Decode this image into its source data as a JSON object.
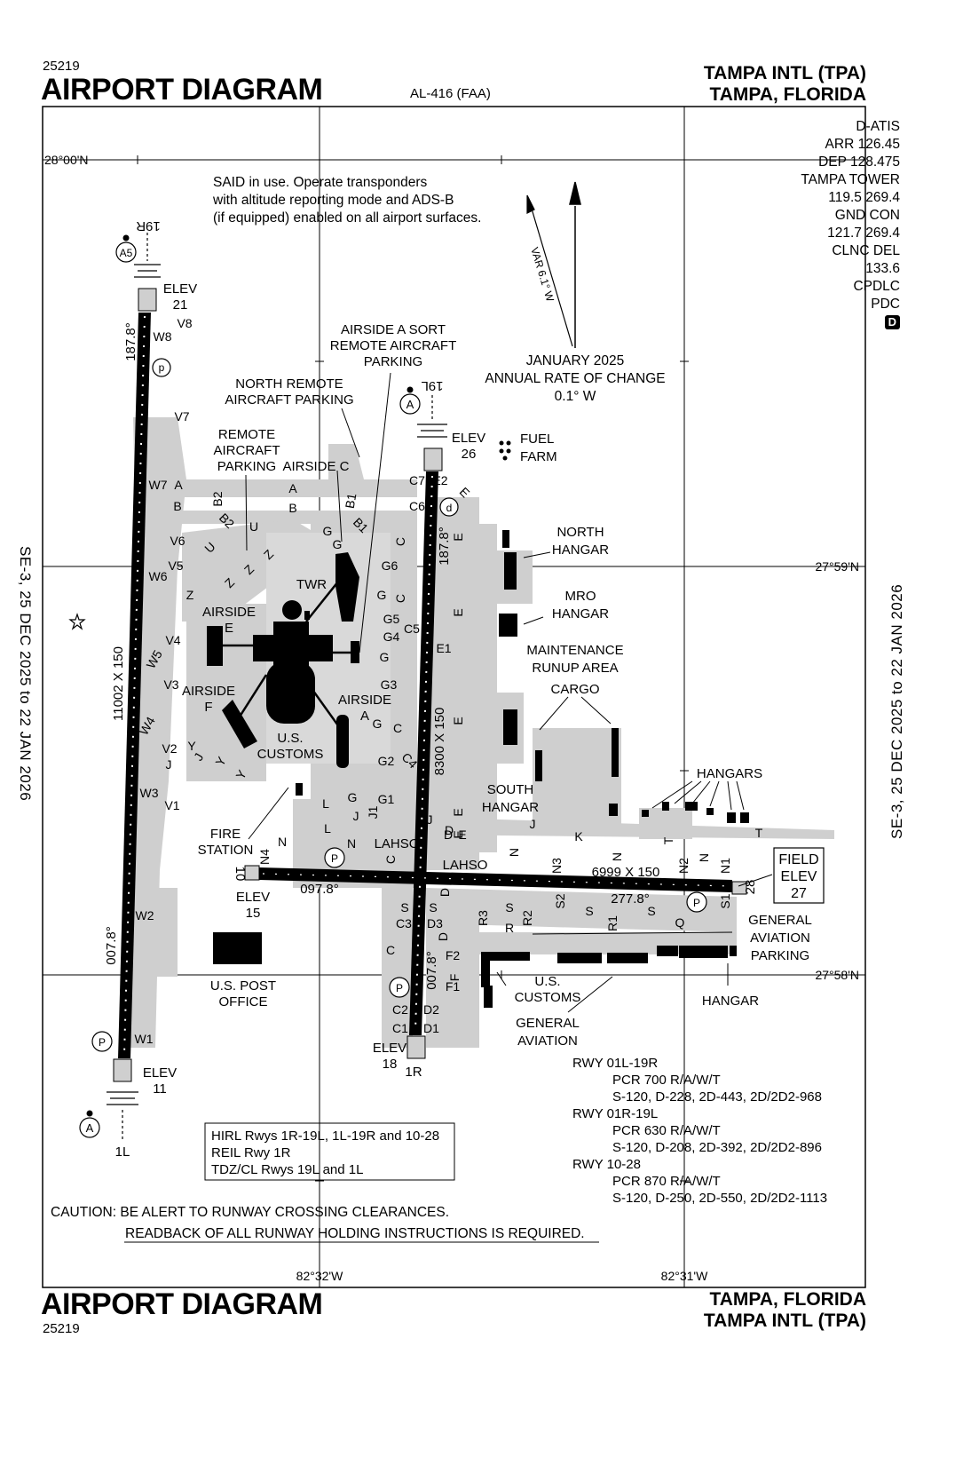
{
  "header": {
    "chart_number": "25219",
    "title": "AIRPORT DIAGRAM",
    "procedure_id": "AL-416 (FAA)",
    "airport_name": "TAMPA INTL (TPA)",
    "city_state": "TAMPA, FLORIDA"
  },
  "footer": {
    "title": "AIRPORT DIAGRAM",
    "chart_number": "25219",
    "city_state": "TAMPA, FLORIDA",
    "airport_name": "TAMPA INTL (TPA)"
  },
  "side_labels": {
    "left": "SE-3,  25 DEC 2025  to  22 JAN 2026",
    "right": "SE-3,  25 DEC 2025  to  22 JAN 2026"
  },
  "frequencies": [
    "D-ATIS",
    "ARR 126.45",
    "DEP 128.475",
    "TAMPA TOWER",
    "119.5  269.4",
    "GND CON",
    "121.7  269.4",
    "CLNC DEL",
    "133.6",
    "CPDLC",
    "PDC"
  ],
  "frequency_badge": "D",
  "notices": {
    "said": [
      "SAID in use. Operate transponders",
      "with altitude reporting mode and ADS-B",
      "(if equipped) enabled on all airport surfaces."
    ],
    "variation": "VAR 6.1° W",
    "annual_change": [
      "JANUARY 2025",
      "ANNUAL RATE OF CHANGE",
      "0.1° W"
    ],
    "lighting": [
      "HIRL Rwys 1R-19L, 1L-19R and 10-28",
      "REIL Rwy 1R",
      "TDZ/CL Rwys 19L and 1L"
    ],
    "caution": "CAUTION: BE ALERT TO RUNWAY CROSSING CLEARANCES.",
    "readback": "READBACK OF ALL RUNWAY HOLDING INSTRUCTIONS IS REQUIRED."
  },
  "coordinates": {
    "lat_top": "28°00'N",
    "lat_mid": "27°59'N",
    "lat_low": "27°58'N",
    "lon_left": "82°32'W",
    "lon_right": "82°31'W"
  },
  "runways": {
    "rwy_19R": "19R",
    "rwy_1L": "1L",
    "rwy_19L": "19L",
    "rwy_1R": "1R",
    "rwy_10": "10",
    "rwy_28": "28",
    "dims_west": "11002 X 150",
    "dims_east": "8300 X 150",
    "dims_cross": "6999 X 150",
    "hdg_187_w": "187.8°",
    "hdg_007_w": "007.8°",
    "hdg_187_e": "187.8°",
    "hdg_007_e": "007.8°",
    "hdg_097": "097.8°",
    "hdg_277": "277.8°",
    "elev_19R": [
      "ELEV",
      "21"
    ],
    "elev_1L": [
      "ELEV",
      "11"
    ],
    "elev_19L": [
      "ELEV",
      "26"
    ],
    "elev_1R": [
      "ELEV",
      "18"
    ],
    "elev_10": [
      "ELEV",
      "15"
    ],
    "field_elev": [
      "FIELD",
      "ELEV",
      "27"
    ]
  },
  "facilities": {
    "airside_a_sort": [
      "AIRSIDE A SORT",
      "REMOTE AIRCRAFT",
      "PARKING"
    ],
    "north_remote": [
      "NORTH REMOTE",
      "AIRCRAFT PARKING"
    ],
    "remote_parking": [
      "REMOTE",
      "AIRCRAFT",
      "PARKING"
    ],
    "airside_c": "AIRSIDE C",
    "airside_e": [
      "AIRSIDE",
      "E"
    ],
    "airside_f": [
      "AIRSIDE",
      "F"
    ],
    "airside_a": [
      "AIRSIDE",
      "A"
    ],
    "twr": "TWR",
    "us_customs": [
      "U.S.",
      "CUSTOMS"
    ],
    "us_customs_2": [
      "U.S.",
      "CUSTOMS"
    ],
    "fire_station": [
      "FIRE",
      "STATION"
    ],
    "fuel_farm": [
      "FUEL",
      "FARM"
    ],
    "north_hangar": [
      "NORTH",
      "HANGAR"
    ],
    "mro_hangar": [
      "MRO",
      "HANGAR"
    ],
    "maintenance": [
      "MAINTENANCE",
      "RUNUP AREA"
    ],
    "cargo": "CARGO",
    "south_hangar": [
      "SOUTH",
      "HANGAR"
    ],
    "hangars": "HANGARS",
    "ga_parking": [
      "GENERAL",
      "AVIATION",
      "PARKING"
    ],
    "hangar": "HANGAR",
    "general_aviation": [
      "GENERAL",
      "AVIATION"
    ],
    "post_office": [
      "U.S. POST",
      "OFFICE"
    ],
    "lahso": "LAHSO",
    "lahso2": "LAHSO"
  },
  "taxiways": [
    {
      "t": "W8",
      "k": "w8"
    },
    {
      "t": "V8",
      "k": "v8"
    },
    {
      "t": "V7",
      "k": "v7"
    },
    {
      "t": "W7",
      "k": "w7"
    },
    {
      "t": "A",
      "k": "a1"
    },
    {
      "t": "B",
      "k": "b1"
    },
    {
      "t": "B2",
      "k": "b2"
    },
    {
      "t": "B1",
      "k": "b1b"
    },
    {
      "t": "A",
      "k": "a2"
    },
    {
      "t": "B",
      "k": "b3"
    },
    {
      "t": "B2",
      "k": "b4"
    },
    {
      "t": "B1",
      "k": "b5"
    },
    {
      "t": "V6",
      "k": "v6"
    },
    {
      "t": "V5",
      "k": "v5"
    },
    {
      "t": "W6",
      "k": "w6"
    },
    {
      "t": "U",
      "k": "u1"
    },
    {
      "t": "U",
      "k": "u2"
    },
    {
      "t": "Z",
      "k": "z1"
    },
    {
      "t": "Z",
      "k": "z2"
    },
    {
      "t": "Z",
      "k": "z3"
    },
    {
      "t": "Z",
      "k": "z4"
    },
    {
      "t": "G",
      "k": "g1"
    },
    {
      "t": "G",
      "k": "g2"
    },
    {
      "t": "G6",
      "k": "g6"
    },
    {
      "t": "C",
      "k": "c1"
    },
    {
      "t": "G",
      "k": "g3"
    },
    {
      "t": "C",
      "k": "c2"
    },
    {
      "t": "G5",
      "k": "g5"
    },
    {
      "t": "G4",
      "k": "g4"
    },
    {
      "t": "C5",
      "k": "c5"
    },
    {
      "t": "G",
      "k": "g7"
    },
    {
      "t": "G3",
      "k": "g3b"
    },
    {
      "t": "V4",
      "k": "v4"
    },
    {
      "t": "W5",
      "k": "w5"
    },
    {
      "t": "V3",
      "k": "v3"
    },
    {
      "t": "W4",
      "k": "w4"
    },
    {
      "t": "V2",
      "k": "v2"
    },
    {
      "t": "Y",
      "k": "y1"
    },
    {
      "t": "J",
      "k": "j1"
    },
    {
      "t": "J",
      "k": "j2"
    },
    {
      "t": "Y",
      "k": "y2"
    },
    {
      "t": "Y",
      "k": "y3"
    },
    {
      "t": "W3",
      "k": "w3"
    },
    {
      "t": "V1",
      "k": "v1"
    },
    {
      "t": "G",
      "k": "g8"
    },
    {
      "t": "C",
      "k": "c3"
    },
    {
      "t": "G2",
      "k": "g2b"
    },
    {
      "t": "C4",
      "k": "c4"
    },
    {
      "t": "G",
      "k": "g9"
    },
    {
      "t": "G1",
      "k": "g1b"
    },
    {
      "t": "J",
      "k": "j3"
    },
    {
      "t": "J1",
      "k": "j1b"
    },
    {
      "t": "L",
      "k": "l1"
    },
    {
      "t": "L",
      "k": "l2"
    },
    {
      "t": "C7",
      "k": "c7"
    },
    {
      "t": "E2",
      "k": "e2"
    },
    {
      "t": "C6",
      "k": "c6"
    },
    {
      "t": "E",
      "k": "e1"
    },
    {
      "t": "E",
      "k": "e3"
    },
    {
      "t": "E",
      "k": "e4"
    },
    {
      "t": "E1",
      "k": "e1b"
    },
    {
      "t": "E",
      "k": "e5"
    },
    {
      "t": "E",
      "k": "e6"
    },
    {
      "t": "E",
      "k": "e7"
    },
    {
      "t": "D",
      "k": "d1"
    },
    {
      "t": "E",
      "k": "e8"
    },
    {
      "t": "J",
      "k": "j4"
    },
    {
      "t": "J",
      "k": "j5"
    },
    {
      "t": "K",
      "k": "k1"
    },
    {
      "t": "N",
      "k": "n1"
    },
    {
      "t": "N",
      "k": "n2"
    },
    {
      "t": "N",
      "k": "n3"
    },
    {
      "t": "N",
      "k": "n4"
    },
    {
      "t": "N",
      "k": "n5"
    },
    {
      "t": "N4",
      "k": "n4b"
    },
    {
      "t": "N3",
      "k": "n3b"
    },
    {
      "t": "N2",
      "k": "n2b"
    },
    {
      "t": "N1",
      "k": "n1b"
    },
    {
      "t": "T",
      "k": "t1"
    },
    {
      "t": "T",
      "k": "t2"
    },
    {
      "t": "C",
      "k": "c8"
    },
    {
      "t": "D",
      "k": "d2"
    },
    {
      "t": "D",
      "k": "d3"
    },
    {
      "t": "S",
      "k": "s1"
    },
    {
      "t": "S",
      "k": "s2"
    },
    {
      "t": "C3",
      "k": "c3b"
    },
    {
      "t": "D3",
      "k": "d3b"
    },
    {
      "t": "D",
      "k": "d4"
    },
    {
      "t": "R3",
      "k": "r3"
    },
    {
      "t": "S",
      "k": "s3"
    },
    {
      "t": "R",
      "k": "r1"
    },
    {
      "t": "R2",
      "k": "r2"
    },
    {
      "t": "S2",
      "k": "s2b"
    },
    {
      "t": "S",
      "k": "s4"
    },
    {
      "t": "R1",
      "k": "r1b"
    },
    {
      "t": "S",
      "k": "s5"
    },
    {
      "t": "S1",
      "k": "s1b"
    },
    {
      "t": "Q",
      "k": "q1"
    },
    {
      "t": "C",
      "k": "c9"
    },
    {
      "t": "F2",
      "k": "f2"
    },
    {
      "t": "F",
      "k": "f1"
    },
    {
      "t": "F1",
      "k": "f1b"
    },
    {
      "t": "C2",
      "k": "c2b"
    },
    {
      "t": "D2",
      "k": "d2b"
    },
    {
      "t": "C1",
      "k": "c1b"
    },
    {
      "t": "D1",
      "k": "d1b"
    },
    {
      "t": "W2",
      "k": "w2"
    },
    {
      "t": "W1",
      "k": "w1"
    }
  ],
  "runway_data": [
    "RWY 01L-19R",
    "PCR 700 R/A/W/T",
    "S-120, D-228, 2D-443, 2D/2D2-968",
    "RWY 01R-19L",
    "PCR 630 R/A/W/T",
    "S-120, D-208, 2D-392, 2D/2D2-896",
    "RWY 10-28",
    "PCR 870 R/A/W/T",
    "S-120, D-250, 2D-550, 2D/2D2-1113"
  ],
  "symbol_letters": {
    "a5": "A5",
    "a_top": "A",
    "a_bottom": "A",
    "p": "P",
    "d": "d",
    "p_small": "p"
  }
}
